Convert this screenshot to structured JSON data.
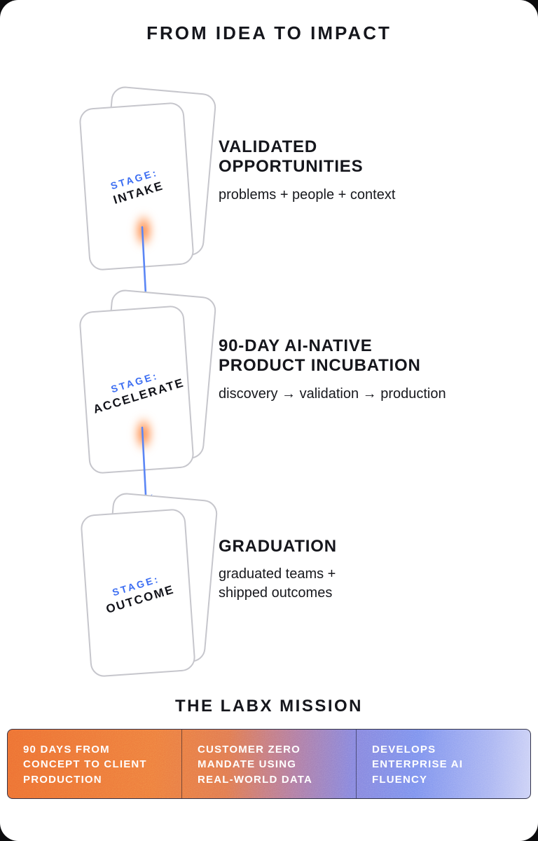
{
  "header": {
    "title": "FROM IDEA TO IMPACT"
  },
  "stages": [
    {
      "card": {
        "label": "STAGE:",
        "name": "INTAKE"
      },
      "heading": "VALIDATED\nOPPORTUNITIES",
      "subtitle": "problems + people + context"
    },
    {
      "card": {
        "label": "STAGE:",
        "name": "ACCELERATE"
      },
      "heading": "90-DAY AI-NATIVE\nPRODUCT INCUBATION",
      "subtitle": "discovery → validation → production"
    },
    {
      "card": {
        "label": "STAGE:",
        "name": "OUTCOME"
      },
      "heading": "GRADUATION",
      "subtitle": "graduated teams +\nshipped outcomes"
    }
  ],
  "mission": {
    "title": "THE LABX MISSION",
    "items": [
      "90 DAYS FROM\nCONCEPT TO CLIENT\nPRODUCTION",
      "CUSTOMER ZERO\nMANDATE USING\nREAL-WORLD DATA",
      "DEVELOPS\nENTERPRISE AI\nFLUENCY"
    ]
  },
  "colors": {
    "accent_blue": "#3b6df2",
    "arrow_blue": "#5b86f5",
    "glow_orange": "#ff6a1f",
    "banner_gradient_start": "#ed6e32",
    "banner_gradient_end": "#7b90ee",
    "text_dark": "#15161c"
  }
}
